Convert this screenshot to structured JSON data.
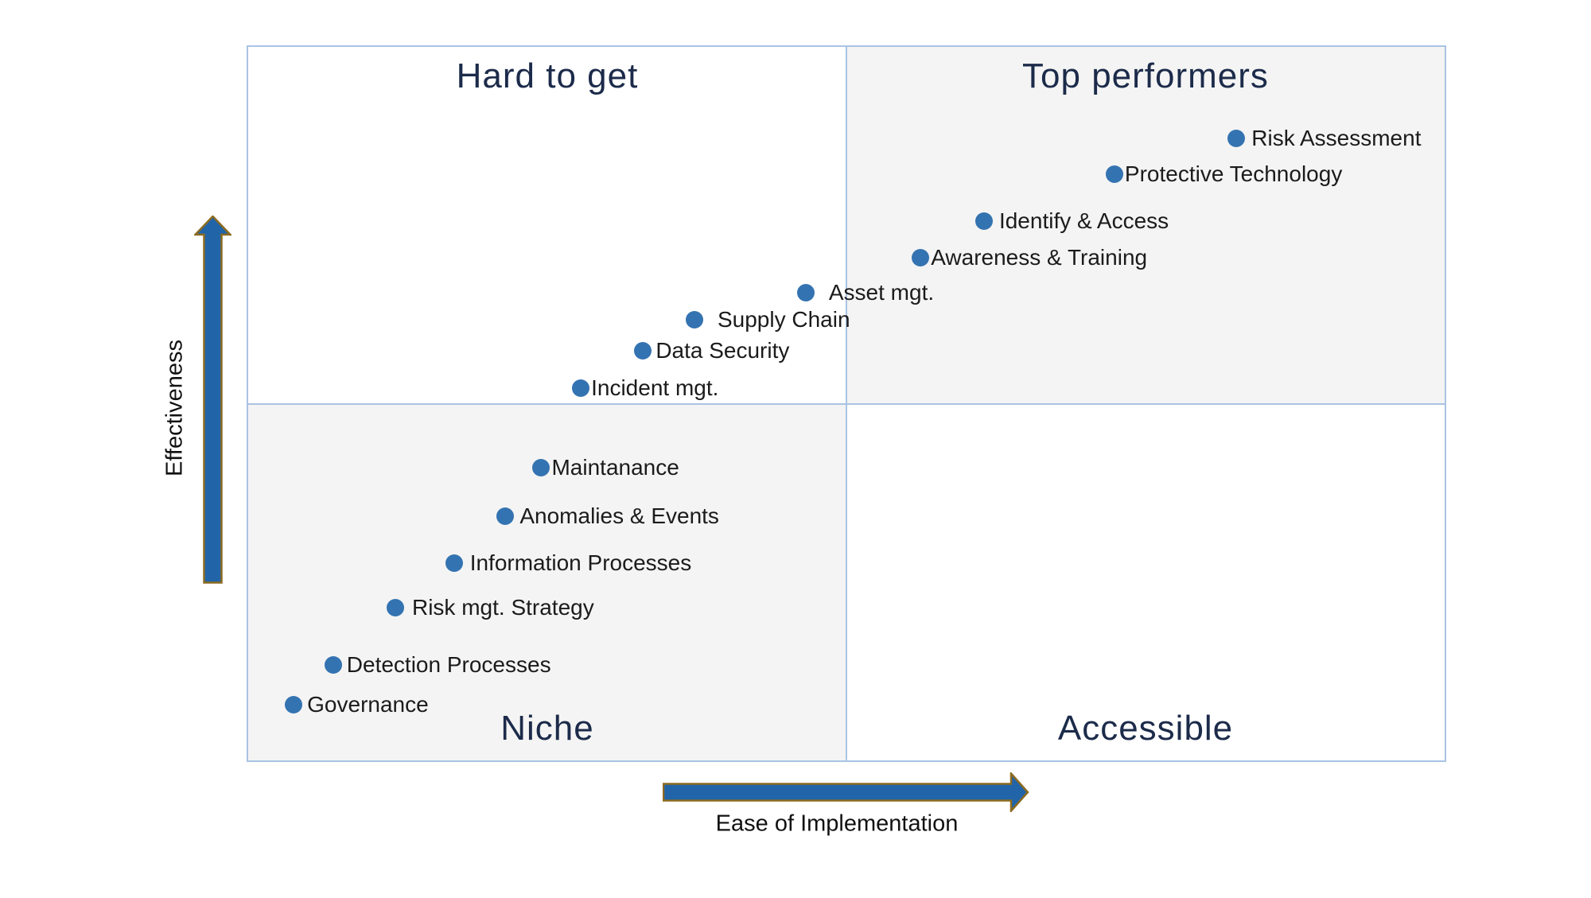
{
  "chart_data": {
    "type": "scatter",
    "title": "",
    "xlabel": "Ease of Implementation",
    "ylabel": "Effectiveness",
    "xlim": [
      0,
      100
    ],
    "ylim": [
      0,
      100
    ],
    "grid": false,
    "legend": "none",
    "quadrants": {
      "top_left": {
        "label": "Hard to get",
        "bg": "#FFFFFF"
      },
      "top_right": {
        "label": "Top performers",
        "bg": "#F4F4F4"
      },
      "bottom_left": {
        "label": "Niche",
        "bg": "#F4F4F4"
      },
      "bottom_right": {
        "label": "Accessible",
        "bg": "#FFFFFF"
      }
    },
    "points": [
      {
        "label": "Risk Assessment",
        "x": 82.6,
        "y": 87.2,
        "label_gap": 8
      },
      {
        "label": "Protective Technology",
        "x": 72.4,
        "y": 82.2,
        "label_gap": 2
      },
      {
        "label": "Identify & Access",
        "x": 61.5,
        "y": 75.6,
        "label_gap": 8
      },
      {
        "label": "Awareness & Training",
        "x": 56.2,
        "y": 70.5,
        "label_gap": 2
      },
      {
        "label": "Asset mgt.",
        "x": 46.6,
        "y": 65.5,
        "label_gap": 18
      },
      {
        "label": "Supply Chain",
        "x": 37.3,
        "y": 61.8,
        "label_gap": 18
      },
      {
        "label": "Data Security",
        "x": 33.0,
        "y": 57.4,
        "label_gap": 5
      },
      {
        "label": "Incident mgt.",
        "x": 27.8,
        "y": 52.2,
        "label_gap": 2
      },
      {
        "label": "Maintanance",
        "x": 24.5,
        "y": 41.0,
        "label_gap": 2
      },
      {
        "label": "Anomalies & Events",
        "x": 21.5,
        "y": 34.2,
        "label_gap": 7
      },
      {
        "label": "Information Processes",
        "x": 17.2,
        "y": 27.7,
        "label_gap": 9
      },
      {
        "label": "Risk mgt. Strategy",
        "x": 12.3,
        "y": 21.4,
        "label_gap": 10
      },
      {
        "label": "Detection Processes",
        "x": 7.1,
        "y": 13.4,
        "label_gap": 6
      },
      {
        "label": "Governance",
        "x": 3.8,
        "y": 7.8,
        "label_gap": 6
      }
    ],
    "colors": {
      "dot": "#3473B1",
      "arrow_fill": "#2264A8",
      "arrow_outline": "#8C6B20",
      "quadrant_title": "#1C2B4A",
      "point_label": "#1B1B1B",
      "chart_frame": "#A9C4E3",
      "alt_quadrant_bg": "#F4F4F4"
    }
  }
}
